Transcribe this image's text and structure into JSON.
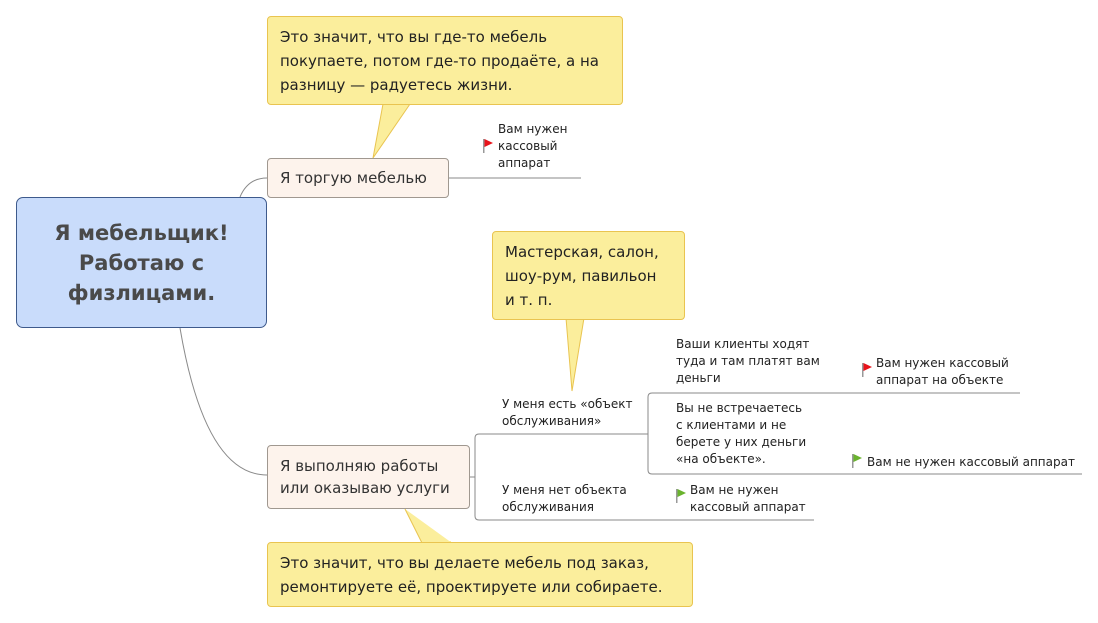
{
  "root": {
    "title": "Я мебельщик!\nРаботаю с\nфизлицами."
  },
  "topics": {
    "trade": "Я торгую мебелью",
    "services": "Я выполняю работы\nили оказываю услуги"
  },
  "callouts": {
    "trade": "Это значит, что вы где-то мебель\nпокупаете, потом где-то продаёте, а на\nразницу — радуетесь жизни.",
    "object": "Мастерская, салон,\nшоу-рум, павильон\nи т. п.",
    "services": "Это значит, что вы делаете мебель под заказ,\nремонтируете её, проектируете или собираете."
  },
  "leaves": {
    "trade_result": "Вам нужен\nкассовый\nаппарат",
    "has_object": "У меня есть «объект\nобслуживания»",
    "clients_pay": "Ваши клиенты ходят\nтуда и там платят вам\nденьги",
    "clients_pay_result": "Вам нужен кассовый\nаппарат на объекте",
    "no_meet": "Вы не встречаетесь\nс клиентами и не\nберете у них деньги\n«на объекте».",
    "no_meet_result": "Вам не нужен кассовый аппарат",
    "no_object": "У меня нет объекта\nобслуживания",
    "no_object_result": "Вам не нужен\nкассовый аппарат"
  },
  "colors": {
    "flag_red": "#e8141b",
    "flag_green": "#6ab32e",
    "root_bg": "#c9dcfb",
    "callout_bg": "#fbee9c",
    "topic_bg": "#fdf3ec"
  }
}
